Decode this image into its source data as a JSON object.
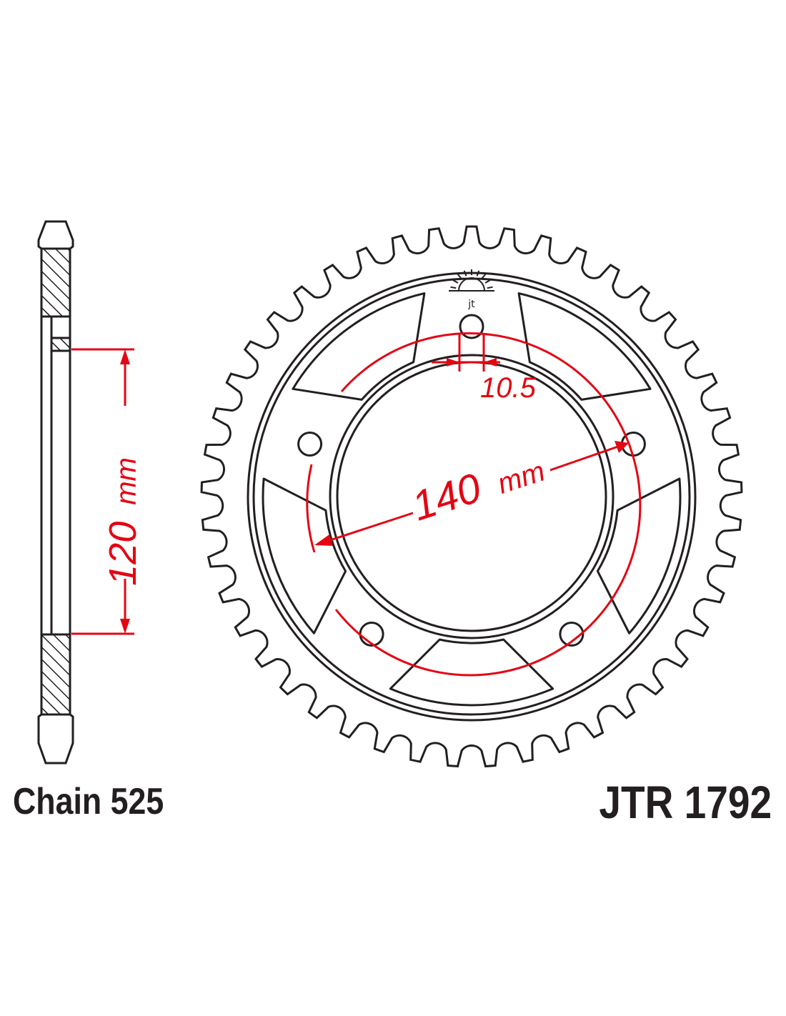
{
  "labels": {
    "chain": "Chain 525",
    "part_number": "JTR 1792"
  },
  "dimensions": {
    "bolt_circle": {
      "value": "140",
      "unit": "mm"
    },
    "inner_diameter": {
      "value": "120",
      "unit": "mm"
    },
    "bolt_hole": {
      "value": "10.5"
    }
  },
  "sprocket": {
    "teeth": 45,
    "bolt_holes": 5,
    "lightening_cutouts": 5
  },
  "colors": {
    "outline": "#231f20",
    "dimension": "#e30613",
    "hatch": "#231f20",
    "background": "#ffffff"
  },
  "icons": {
    "logo": "sun-logo-icon"
  }
}
